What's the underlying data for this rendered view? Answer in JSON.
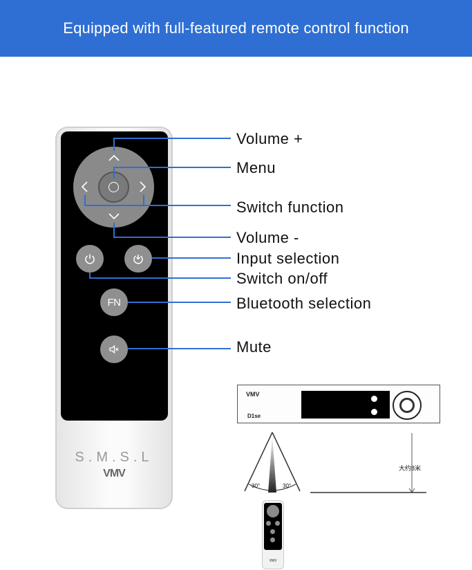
{
  "header": {
    "title": "Equipped with full-featured remote control function",
    "color": "#2f6fd3"
  },
  "remote": {
    "brand_text": "S.M.S.L",
    "logo_text": "VMV",
    "fn_label": "FN",
    "icons": [
      "chevron-up-icon",
      "chevron-down-icon",
      "chevron-left-icon",
      "chevron-right-icon",
      "menu-ring-icon",
      "power-icon",
      "input-power-icon",
      "mute-icon"
    ]
  },
  "callouts": {
    "volume_up": "Volume +",
    "menu": "Menu",
    "switch_function": "Switch function",
    "volume_down": "Volume -",
    "input_selection": "Input selection",
    "switch_onoff": "Switch on/off",
    "bluetooth_selection": "Bluetooth selection",
    "mute": "Mute",
    "line_color": "#2f6fd3"
  },
  "device": {
    "logo_text": "VMV",
    "model_text": "D1se",
    "distance_label": "大约8米",
    "angle_left": "30°",
    "angle_right": "30°"
  },
  "mini_remote": {
    "logo_text": "VMV"
  }
}
